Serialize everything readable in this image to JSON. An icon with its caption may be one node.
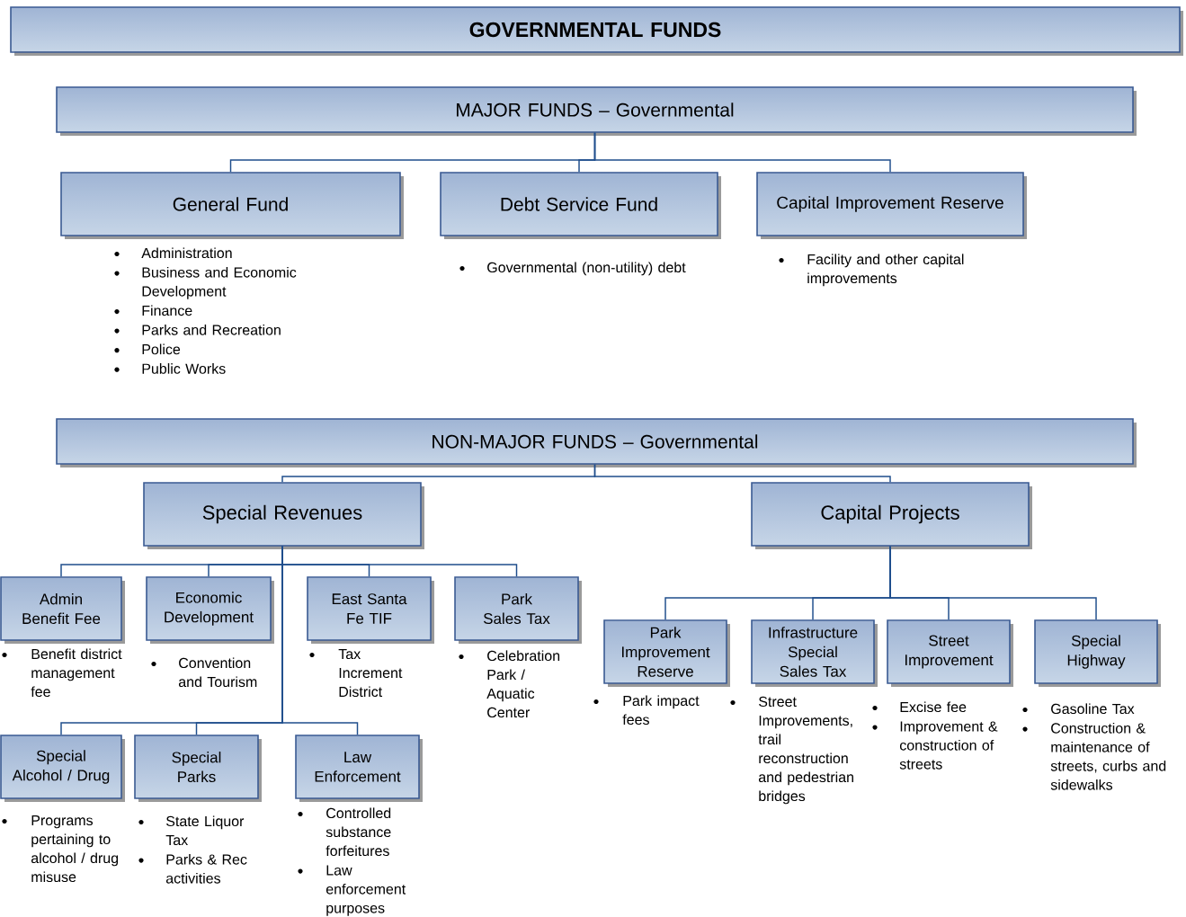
{
  "diagram": {
    "nodes": [
      {
        "text": [
          "GOVERNMENTAL FUNDS"
        ]
      },
      {
        "text": [
          "MAJOR FUNDS – Governmental"
        ]
      },
      {
        "text": [
          "General Fund"
        ],
        "beside": [
          "Administration",
          "Business and Economic Development",
          "Finance",
          "Parks and Recreation",
          "Police",
          "Public Works"
        ]
      },
      {
        "text": [
          "Debt Service Fund"
        ],
        "beside": [
          "Governmental (non-utility) debt"
        ]
      },
      {
        "text": [
          "Capital Improvement Reserve"
        ],
        "beside": [
          "Facility and other capital improvements"
        ]
      },
      {
        "text": [
          "NON-MAJOR FUNDS – Governmental"
        ]
      },
      {
        "text": [
          "Special Revenues"
        ]
      },
      {
        "text": [
          "Capital Projects"
        ]
      },
      {
        "text": [
          "Admin Benefit Fee"
        ],
        "beside": [
          "Benefit district management fee"
        ]
      },
      {
        "text": [
          "Economic Development"
        ],
        "beside": [
          "Convention and Tourism"
        ]
      },
      {
        "text": [
          "East Santa Fe TIF"
        ],
        "beside": [
          "Tax Increment District"
        ]
      },
      {
        "text": [
          "Park Sales Tax"
        ],
        "beside": [
          "Celebration Park / Aquatic Center"
        ]
      },
      {
        "text": [
          "Special Alcohol / Drug"
        ],
        "beside": [
          "Programs pertaining to alcohol / drug misuse"
        ]
      },
      {
        "text": [
          "Special Parks"
        ],
        "beside": [
          "State Liquor Tax",
          "Parks & Rec activities"
        ]
      },
      {
        "text": [
          "Law Enforcement"
        ],
        "beside": [
          "Controlled substance forfeitures",
          "Law enforcement purposes"
        ]
      },
      {
        "text": [
          "Park Improvement Reserve"
        ],
        "beside": [
          "Park impact fees"
        ]
      },
      {
        "text": [
          "Infrastructure Special Sales Tax"
        ],
        "beside": [
          "Street Improvements, trail reconstruction and pedestrian bridges"
        ]
      },
      {
        "text": [
          "Street Improvement"
        ],
        "beside": [
          "Excise fee",
          "Improvement & construction of streets"
        ]
      },
      {
        "text": [
          "Special Highway"
        ],
        "beside": [
          "Gasoline Tax",
          "Construction & maintenance of streets, curbs and sidewalks"
        ]
      }
    ],
    "edges": [
      {
        "from": 1,
        "to": 2,
        "arrow": "none"
      },
      {
        "from": 1,
        "to": 3,
        "arrow": "none"
      },
      {
        "from": 1,
        "to": 4,
        "arrow": "none"
      },
      {
        "from": 5,
        "to": 6,
        "arrow": "none"
      },
      {
        "from": 5,
        "to": 7,
        "arrow": "none"
      },
      {
        "from": 6,
        "to": 8,
        "arrow": "none"
      },
      {
        "from": 6,
        "to": 9,
        "arrow": "none"
      },
      {
        "from": 6,
        "to": 10,
        "arrow": "none"
      },
      {
        "from": 6,
        "to": 11,
        "arrow": "none"
      },
      {
        "from": 6,
        "to": 12,
        "arrow": "none"
      },
      {
        "from": 6,
        "to": 13,
        "arrow": "none"
      },
      {
        "from": 6,
        "to": 14,
        "arrow": "none"
      },
      {
        "from": 7,
        "to": 15,
        "arrow": "none"
      },
      {
        "from": 7,
        "to": 16,
        "arrow": "none"
      },
      {
        "from": 7,
        "to": 17,
        "arrow": "none"
      },
      {
        "from": 7,
        "to": 18,
        "arrow": "none"
      }
    ]
  }
}
